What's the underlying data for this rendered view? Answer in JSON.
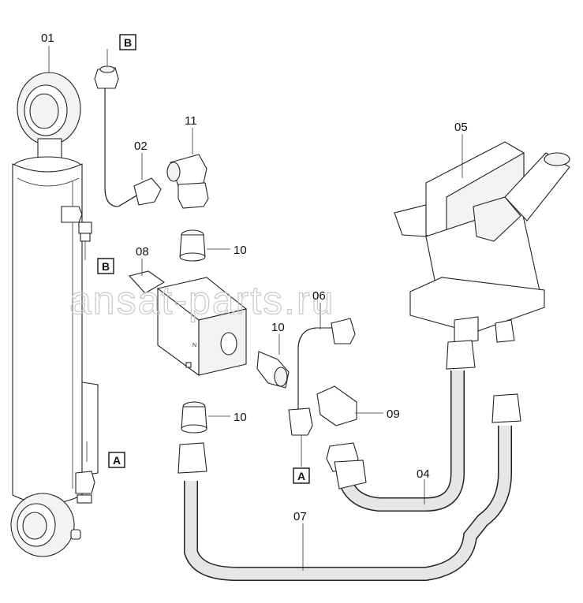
{
  "watermark": "ansat-parts.ru",
  "corner_mark": "",
  "callouts": [
    {
      "id": "c01",
      "text": "01"
    },
    {
      "id": "c02",
      "text": "02"
    },
    {
      "id": "c04",
      "text": "04"
    },
    {
      "id": "c05",
      "text": "05"
    },
    {
      "id": "c06",
      "text": "06"
    },
    {
      "id": "c07",
      "text": "07"
    },
    {
      "id": "c08",
      "text": "08"
    },
    {
      "id": "c09",
      "text": "09"
    },
    {
      "id": "c10a",
      "text": "10"
    },
    {
      "id": "c10b",
      "text": "10"
    },
    {
      "id": "c10c",
      "text": "10"
    },
    {
      "id": "c11",
      "text": "11"
    }
  ],
  "connection_labels": {
    "b_top": "B",
    "b_cyl": "B",
    "a_cyl": "A",
    "a_pipe": "A"
  },
  "valve_mark": "N"
}
